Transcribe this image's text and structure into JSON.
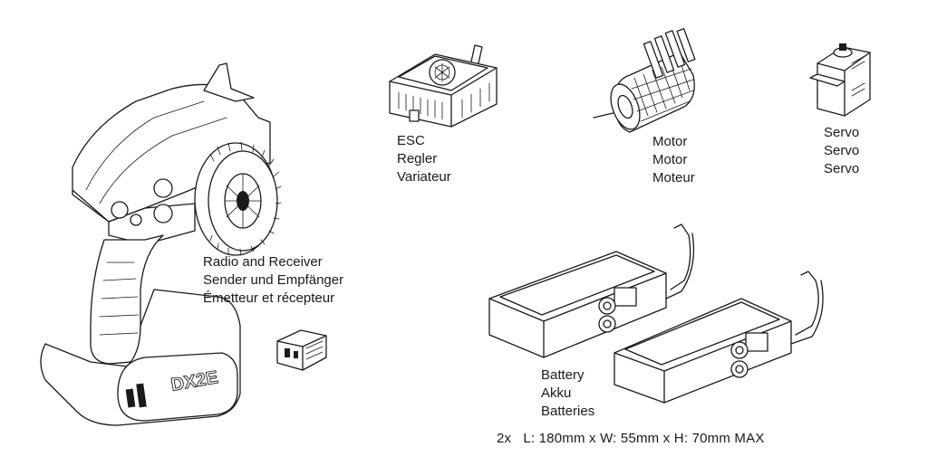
{
  "radio": {
    "captions": [
      "Radio and Receiver",
      "Sender und Empfänger",
      "Émetteur et récepteur"
    ],
    "logo_text": "DX2E"
  },
  "esc": {
    "captions": [
      "ESC",
      "Regler",
      "Variateur"
    ]
  },
  "motor": {
    "captions": [
      "Motor",
      "Motor",
      "Moteur"
    ]
  },
  "servo": {
    "captions": [
      "Servo",
      "Servo",
      "Servo"
    ]
  },
  "battery": {
    "captions": [
      "Battery",
      "Akku",
      "Batteries"
    ],
    "dimensions": "2x   L: 180mm x W: 55mm x H: 70mm MAX"
  }
}
